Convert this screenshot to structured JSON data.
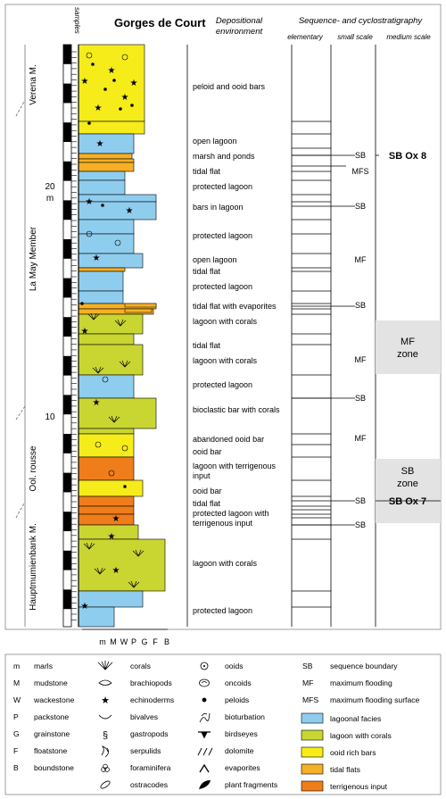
{
  "title": "Gorges de Court",
  "header": {
    "samples": "samples",
    "env_line1": "Depositional",
    "env_line2": "environment",
    "strat_title": "Sequence- and cyclostratigraphy",
    "col_elementary": "elementary",
    "col_small": "small scale",
    "col_medium": "medium scale"
  },
  "members": [
    {
      "label": "Verena M."
    },
    {
      "label": "La May Member"
    },
    {
      "label": "Ool. rousse"
    },
    {
      "label": "Hauptmumienbank M."
    }
  ],
  "scale_labels": [
    "20",
    "m",
    "10"
  ],
  "texture_axis": [
    "m",
    "M",
    "W",
    "P",
    "G",
    "F",
    "B"
  ],
  "environments": [
    "peloid and ooid bars",
    "open lagoon",
    "marsh and ponds",
    "tidal flat",
    "protected lagoon",
    "bars in lagoon",
    "protected lagoon",
    "open lagoon",
    "tidal flat",
    "protected lagoon",
    "tidal flat with evaporites",
    "lagoon with corals",
    "tidal flat",
    "lagoon with corals",
    "protected lagoon",
    "bioclastic bar with corals",
    "abandoned ooid bar",
    "ooid bar",
    "lagoon with terrigenous",
    "input",
    "ooid bar",
    "tidal flat",
    "protected lagoon with",
    "terrigenous input",
    "lagoon with corals",
    "protected lagoon"
  ],
  "small_scale": [
    "SB",
    "MFS",
    "SB",
    "MF",
    "SB",
    "MF",
    "SB",
    "MF",
    "SB",
    "SB"
  ],
  "medium_scale": [
    "SB Ox 8",
    "MF",
    "zone",
    "SB",
    "zone",
    "SB Ox 7"
  ],
  "legend": {
    "textures": [
      {
        "abbr": "m",
        "name": "marls"
      },
      {
        "abbr": "M",
        "name": "mudstone"
      },
      {
        "abbr": "W",
        "name": "wackestone"
      },
      {
        "abbr": "P",
        "name": "packstone"
      },
      {
        "abbr": "G",
        "name": "grainstone"
      },
      {
        "abbr": "F",
        "name": "floatstone"
      },
      {
        "abbr": "B",
        "name": "boundstone"
      }
    ],
    "components_1": [
      "corals",
      "brachiopods",
      "echinoderms",
      "bivalves",
      "gastropods",
      "serpulids",
      "foraminifera",
      "ostracodes"
    ],
    "components_2": [
      "ooids",
      "oncoids",
      "peloids",
      "bioturbation",
      "birdseyes",
      "dolomite",
      "evaporites",
      "plant fragments"
    ],
    "sequence_terms": [
      {
        "abbr": "SB",
        "name": "sequence boundary"
      },
      {
        "abbr": "MF",
        "name": "maximum flooding"
      },
      {
        "abbr": "MFS",
        "name": "maximum flooding surface"
      }
    ],
    "facies": [
      {
        "name": "lagoonal facies",
        "color": "#8fcdef"
      },
      {
        "name": "lagoon with corals",
        "color": "#c9d631"
      },
      {
        "name": "ooid rich bars",
        "color": "#f5ec1a"
      },
      {
        "name": "tidal flats",
        "color": "#f6b026"
      },
      {
        "name": "terrigenous input",
        "color": "#ef7d1a"
      }
    ]
  },
  "colors": {
    "lagoonal": "#8fcdef",
    "corals": "#c9d631",
    "ooid": "#f5ec1a",
    "tidal": "#f6b026",
    "terrigenous": "#ef7d1a",
    "zone_box": "#e3e3e3"
  }
}
